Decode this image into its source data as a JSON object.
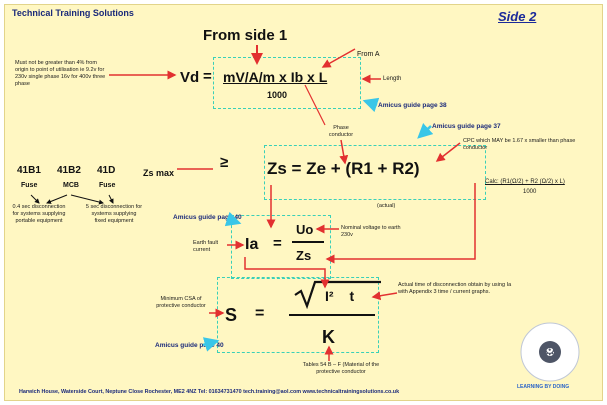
{
  "header": {
    "company": "Technical Training Solutions",
    "side": "Side 2",
    "from_side": "From side 1"
  },
  "vd": {
    "lhs": "Vd",
    "equals": "=",
    "numerator": "mV/A/m x Ib x L",
    "denominator": "1000",
    "note": "Must not be greater than 4% from origin to point of utilisation ie 9.2v for 230v single phase 16v for 400v three phase",
    "from_a": "From A",
    "length": "Length",
    "ref": "Amicus guide page 38"
  },
  "zs": {
    "phase_conductor": "Phase conductor",
    "ref_top": "Amicus guide page 37",
    "cpc_note": "CPC which MAY be 1.67 x smaller than phase conductor",
    "zs_max": "Zs max",
    "ge": "≥",
    "equation": "Zs = Ze + (R1 + R2)",
    "calc": "Calc: (R1(Ω/2) + R2 (Ω/2) x L)",
    "calc_den": "1000",
    "actual": "(actual)",
    "devices": [
      "41B1",
      "41B2",
      "41D"
    ],
    "device_types": [
      "Fuse",
      "MCB",
      "Fuse"
    ],
    "sec_04": "0.4 sec disconnection for systems supplying portable equipment",
    "sec_5": "5 sec disconnection for systems supplying fixed equipment"
  },
  "ia": {
    "ref": "Amicus guide page 40",
    "lhs": "Ia",
    "equals": "=",
    "numerator": "Uo",
    "denominator": "Zs",
    "nominal": "Nominal voltage to earth 230v",
    "earth_fault": "Earth fault current"
  },
  "s": {
    "min_csa": "Minimum CSA of protective conductor",
    "lhs": "S",
    "equals": "=",
    "numerator": "I² t",
    "denominator": "K",
    "actual_time": "Actual time of disconnection obtain by using Ia with Appendix 3 time / current graphs.",
    "ref": "Amicus guide page 40",
    "tables": "Tables 54 B – F (Material of the protective conductor"
  },
  "logo": {
    "text": "LEARNING BY DOING",
    "icon": "gear-icon"
  },
  "footer": {
    "address": "Harwich House, Waterside Court, Neptune Close Rochester, ME2 4NZ Tel: 01634731470 tech.training@aol.com www.technicaltrainingsolutions.co.uk"
  },
  "colors": {
    "background": "#fff7c2",
    "navy": "#1b2a7a",
    "arrow_red": "#e23030",
    "dashed_teal": "#3ad0b8",
    "ref_arrow_cyan": "#39c6e8"
  }
}
